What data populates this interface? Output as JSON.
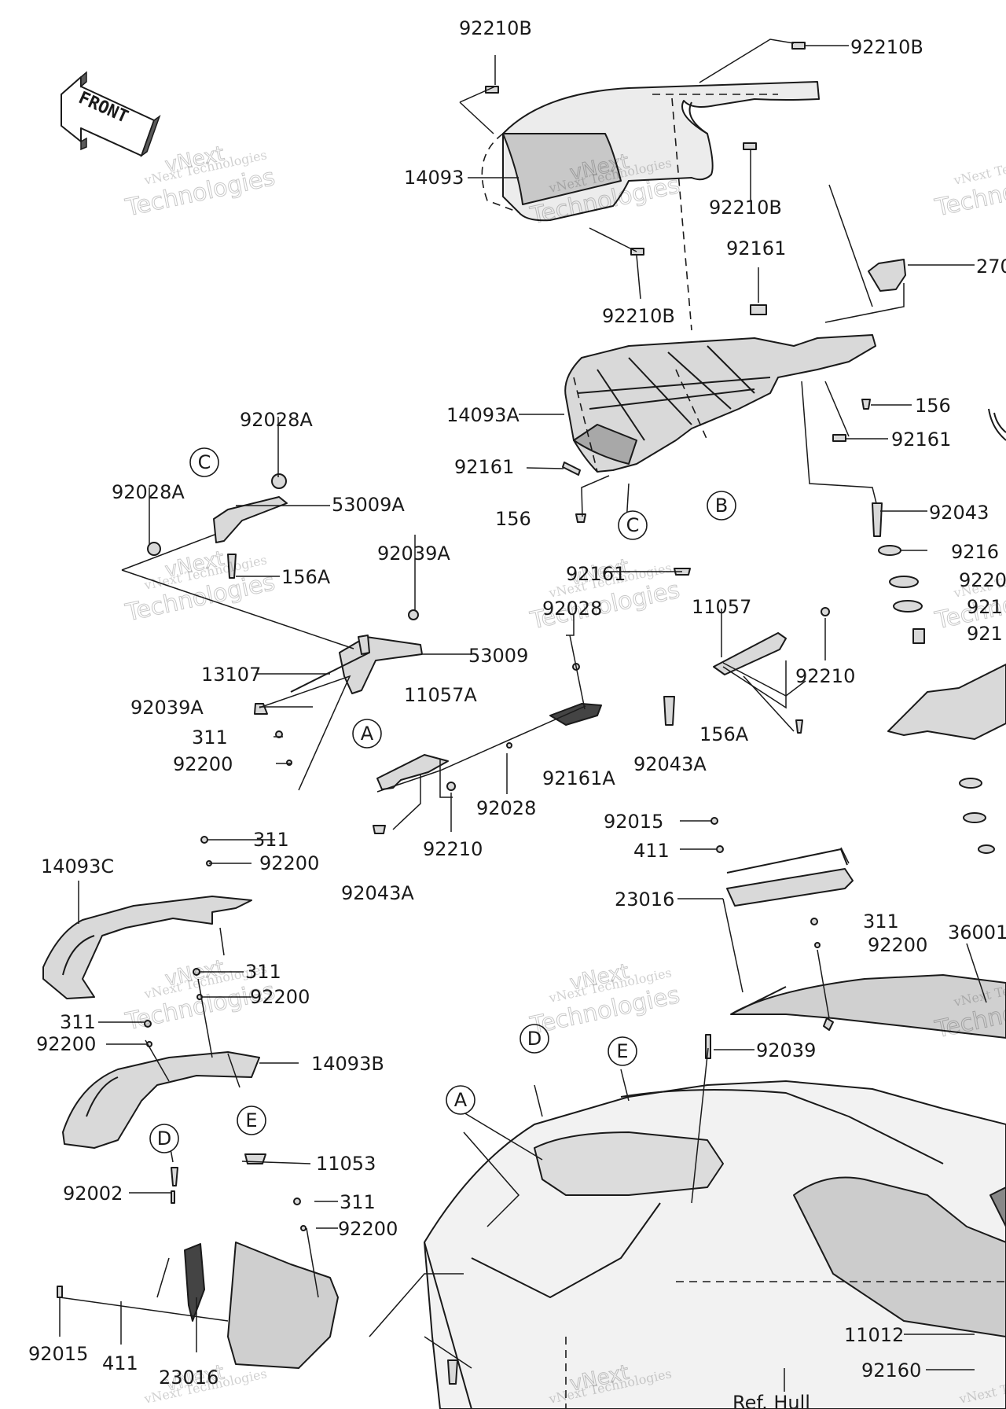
{
  "front_arrow": {
    "text": "FRONT"
  },
  "labels": [
    {
      "id": "l1",
      "text": "92210B"
    },
    {
      "id": "l2",
      "text": "92210B"
    },
    {
      "id": "l3",
      "text": "14093"
    },
    {
      "id": "l4",
      "text": "92210B"
    },
    {
      "id": "l5",
      "text": "92161"
    },
    {
      "id": "l6",
      "text": "92210B"
    },
    {
      "id": "l7",
      "text": "270"
    },
    {
      "id": "l8",
      "text": "156"
    },
    {
      "id": "l9",
      "text": "14093A"
    },
    {
      "id": "l10",
      "text": "92161"
    },
    {
      "id": "l11",
      "text": "92161"
    },
    {
      "id": "l12",
      "text": "156"
    },
    {
      "id": "l13",
      "text": "92043"
    },
    {
      "id": "l14",
      "text": "9216"
    },
    {
      "id": "l15",
      "text": "9220"
    },
    {
      "id": "l16",
      "text": "921"
    },
    {
      "id": "l17",
      "text": "921"
    },
    {
      "id": "l18",
      "text": "92028A"
    },
    {
      "id": "l19",
      "text": "53009A"
    },
    {
      "id": "l20",
      "text": "92028A"
    },
    {
      "id": "l21",
      "text": "156A"
    },
    {
      "id": "l22",
      "text": "92039A"
    },
    {
      "id": "l23",
      "text": "92161"
    },
    {
      "id": "l24",
      "text": "53009"
    },
    {
      "id": "l25",
      "text": "13107"
    },
    {
      "id": "l26",
      "text": "92039A"
    },
    {
      "id": "l27",
      "text": "92028"
    },
    {
      "id": "l28",
      "text": "11057"
    },
    {
      "id": "l29",
      "text": "92210"
    },
    {
      "id": "l30",
      "text": "311"
    },
    {
      "id": "l31",
      "text": "92200"
    },
    {
      "id": "l32",
      "text": "11057A"
    },
    {
      "id": "l33",
      "text": "156A"
    },
    {
      "id": "l34",
      "text": "92043A"
    },
    {
      "id": "l35",
      "text": "92161A"
    },
    {
      "id": "l36",
      "text": "92028"
    },
    {
      "id": "l37",
      "text": "92210"
    },
    {
      "id": "l38",
      "text": "92043A"
    },
    {
      "id": "l39",
      "text": "92015"
    },
    {
      "id": "l40",
      "text": "411"
    },
    {
      "id": "l41",
      "text": "23016"
    },
    {
      "id": "l42",
      "text": "311"
    },
    {
      "id": "l43",
      "text": "92200"
    },
    {
      "id": "l44",
      "text": "14093C"
    },
    {
      "id": "l45",
      "text": "311"
    },
    {
      "id": "l46",
      "text": "92200"
    },
    {
      "id": "l47",
      "text": "36001"
    },
    {
      "id": "l48",
      "text": "311"
    },
    {
      "id": "l49",
      "text": "92200"
    },
    {
      "id": "l50",
      "text": "311"
    },
    {
      "id": "l51",
      "text": "92200"
    },
    {
      "id": "l52",
      "text": "92039"
    },
    {
      "id": "l53",
      "text": "14093B"
    },
    {
      "id": "l54",
      "text": "11053"
    },
    {
      "id": "l55",
      "text": "92002"
    },
    {
      "id": "l56",
      "text": "311"
    },
    {
      "id": "l57",
      "text": "92200"
    },
    {
      "id": "l58",
      "text": "92015"
    },
    {
      "id": "l59",
      "text": "411"
    },
    {
      "id": "l60",
      "text": "23016"
    },
    {
      "id": "l61",
      "text": "11012"
    },
    {
      "id": "l62",
      "text": "92160"
    },
    {
      "id": "l63",
      "text": "Ref. Hull"
    }
  ],
  "callouts": [
    {
      "id": "c1",
      "letter": "C"
    },
    {
      "id": "c2",
      "letter": "B"
    },
    {
      "id": "c3",
      "letter": "C"
    },
    {
      "id": "c4",
      "letter": "A"
    },
    {
      "id": "c5",
      "letter": "D"
    },
    {
      "id": "c6",
      "letter": "E"
    },
    {
      "id": "c7",
      "letter": "A"
    },
    {
      "id": "c8",
      "letter": "D"
    },
    {
      "id": "c9",
      "letter": "E"
    }
  ],
  "watermark": {
    "line1": "vNext Technologies",
    "line2": "Technologies",
    "line3": "vNext"
  }
}
